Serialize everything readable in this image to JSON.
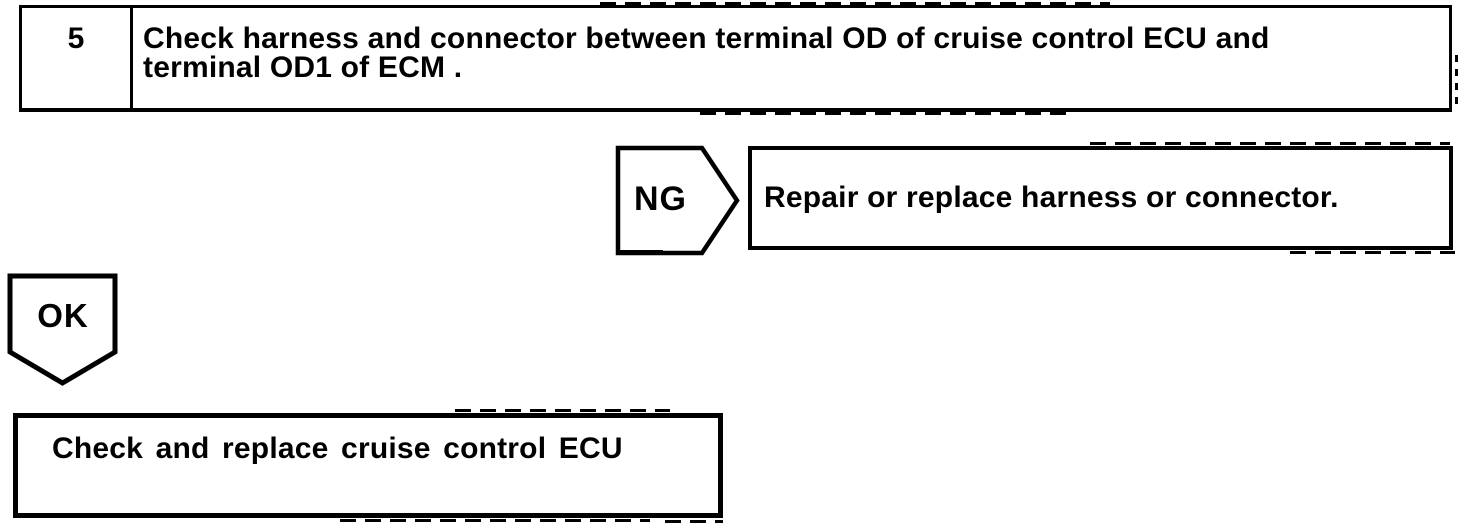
{
  "page": {
    "background_color": "#ffffff",
    "ink_color": "#000000"
  },
  "flowchart": {
    "step_box": {
      "number": "5",
      "lines": [
        "Check harness and connector between terminal OD of cruise control ECU and",
        "terminal OD1 of ECM ."
      ]
    },
    "ng_branch": {
      "connector_label": "NG",
      "action": "Repair or replace harness or connector."
    },
    "ok_branch": {
      "connector_label": "OK",
      "action": "Check and replace cruise control ECU"
    }
  }
}
